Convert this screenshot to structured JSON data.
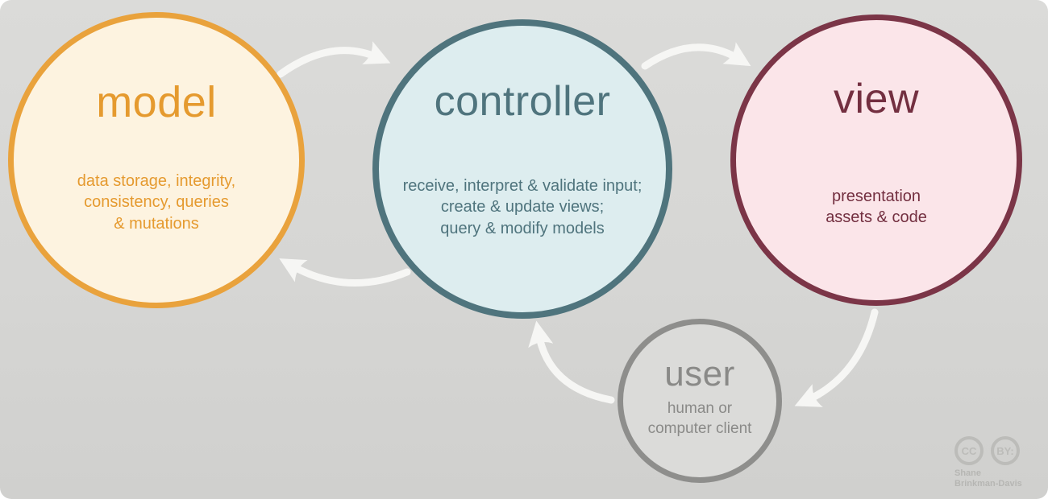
{
  "title": "MVC pattern diagram",
  "background": "#d6d6d4",
  "arrow_color": "#f6f6f4",
  "nodes": {
    "model": {
      "title": "model",
      "description": "data storage, integrity,\nconsistency, queries\n& mutations",
      "border": "#e9a23c",
      "fill": "#fdf3e0",
      "text": "#e59a2f"
    },
    "controller": {
      "title": "controller",
      "description": "receive, interpret & validate input;\ncreate & update views;\nquery & modify models",
      "border": "#4f747d",
      "fill": "#ddedef",
      "text": "#4f747d"
    },
    "view": {
      "title": "view",
      "description": "presentation\nassets & code",
      "border": "#7b3547",
      "fill": "#fbe5e9",
      "text": "#732f40"
    },
    "user": {
      "title": "user",
      "description": "human or\ncomputer client",
      "border": "#8e8e8c",
      "fill": "#dbdbd9",
      "text": "#8a8a88"
    }
  },
  "arrows": [
    {
      "name": "model-to-controller"
    },
    {
      "name": "controller-to-view"
    },
    {
      "name": "view-to-user"
    },
    {
      "name": "user-to-controller"
    },
    {
      "name": "controller-to-model"
    }
  ],
  "license": {
    "cc_label": "CC",
    "by_label": "BY:"
  },
  "credit": {
    "name": "Shane\nBrinkman-Davis"
  }
}
